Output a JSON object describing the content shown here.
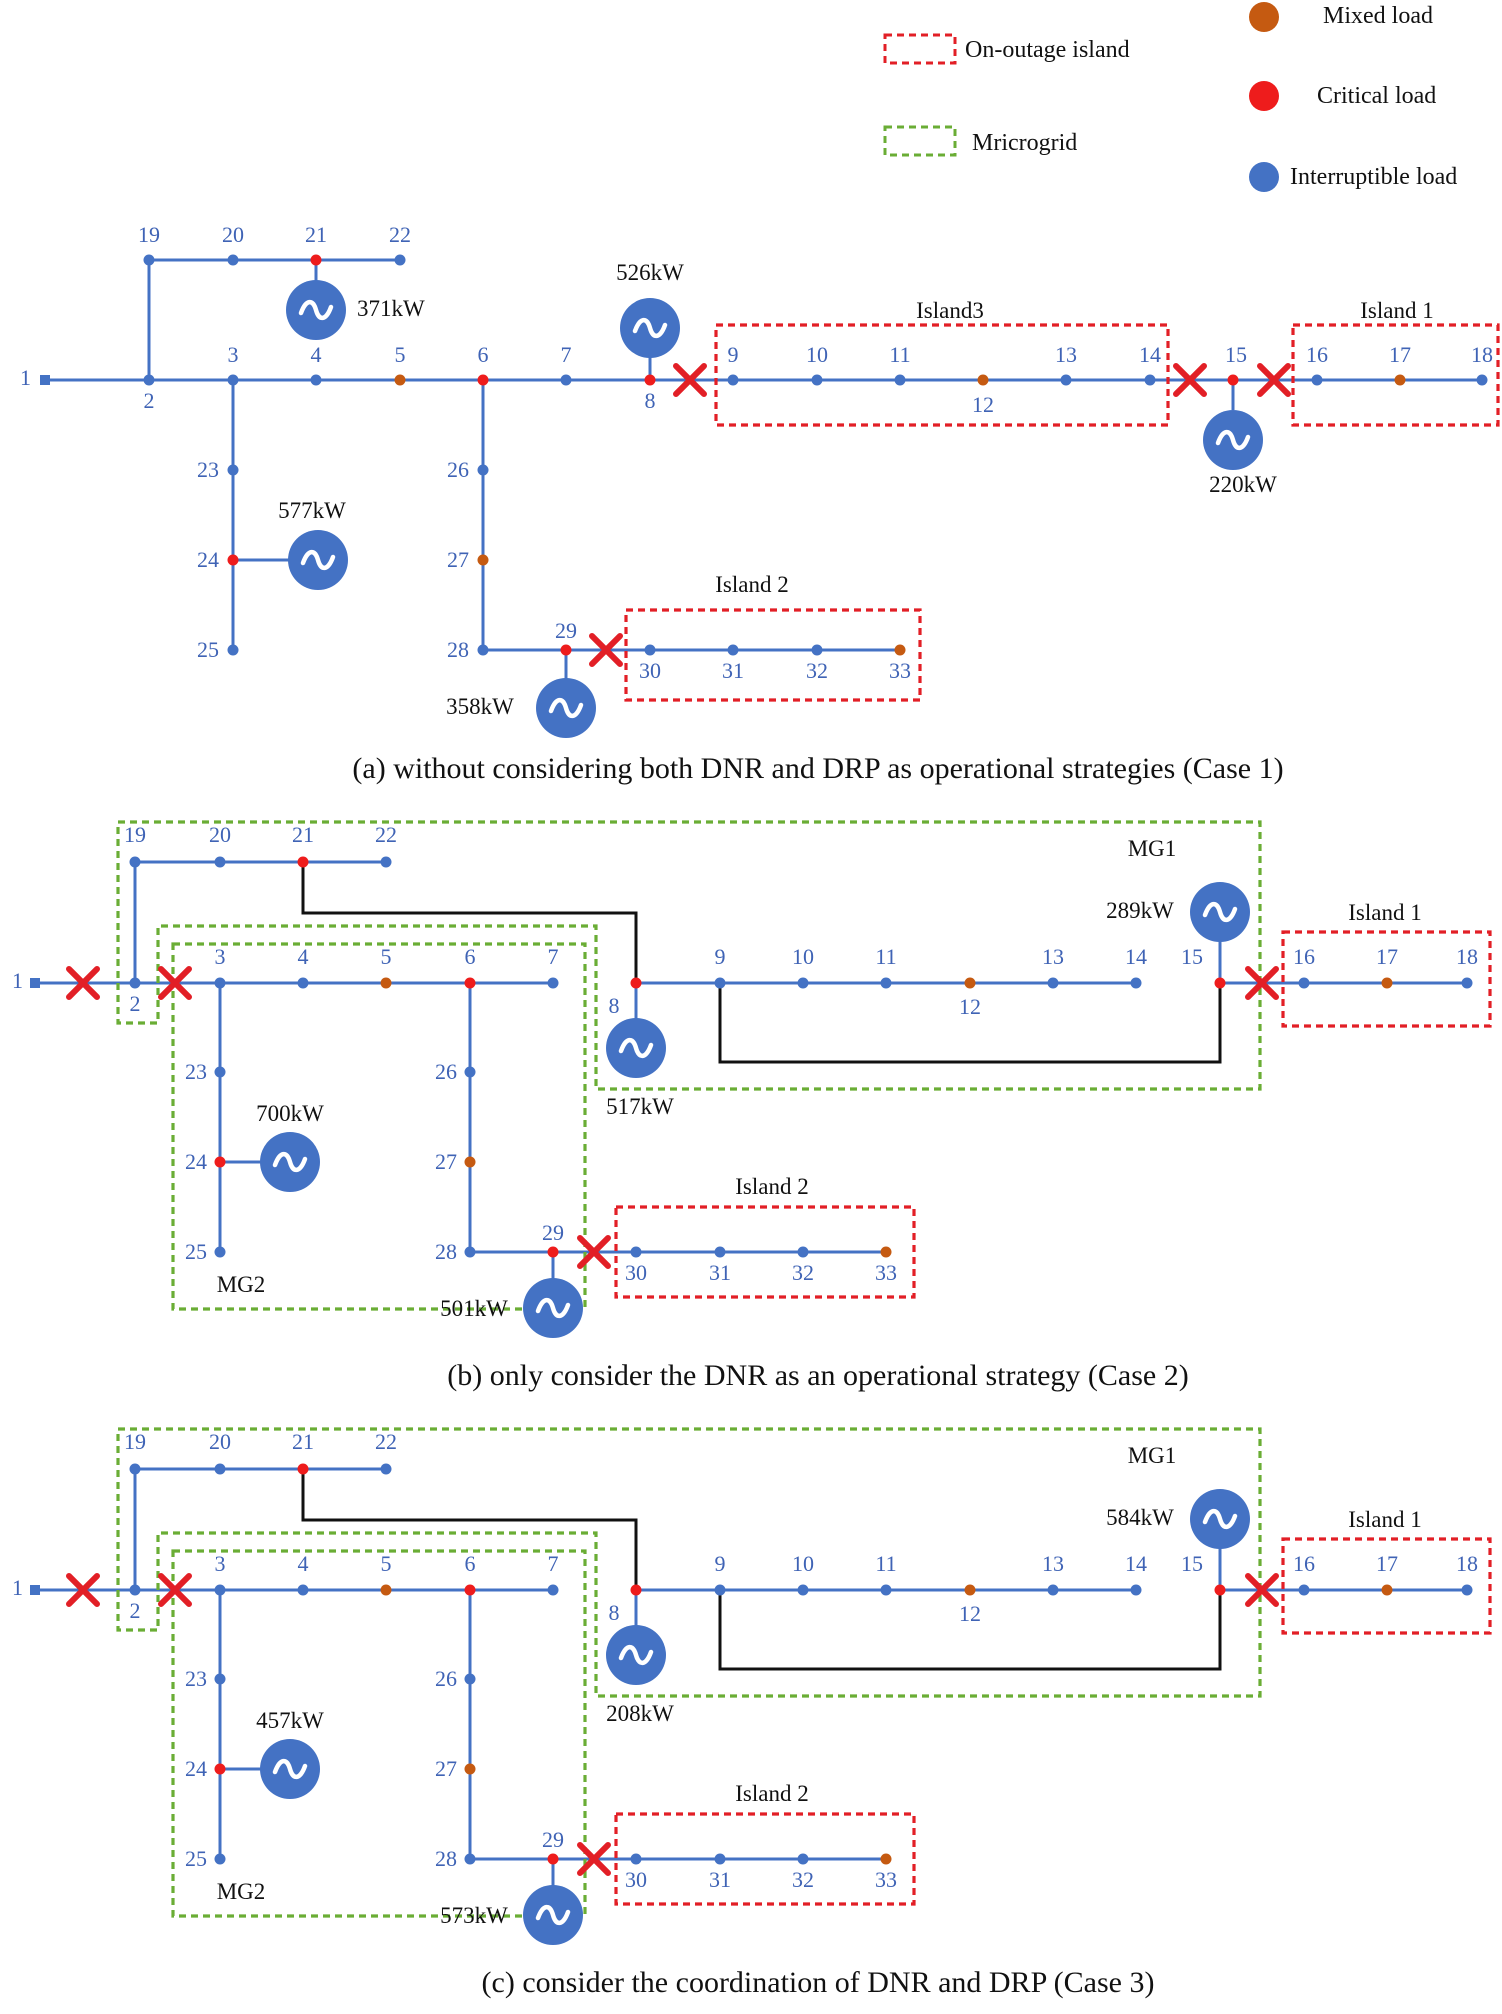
{
  "colors": {
    "line": "#4472c4",
    "tie": "#111111",
    "mixed": "#c55a11",
    "critical": "#ee1c1c",
    "interruptible": "#4472c4",
    "island_border": "#e21f26",
    "microgrid_border": "#6aad35",
    "cross": "#e21f26"
  },
  "legend": {
    "island": "On-outage island",
    "microgrid": "Mricrogrid",
    "mixed": "Mixed load",
    "critical": "Critical load",
    "interruptible": "Interruptible load"
  },
  "panels": [
    {
      "caption": "(a) without considering both DNR and DRP as operational strategies (Case 1)",
      "generators": [
        {
          "bus": "21",
          "label": "371kW"
        },
        {
          "bus": "8",
          "label": "526kW"
        },
        {
          "bus": "15",
          "label": "220kW"
        },
        {
          "bus": "24",
          "label": "577kW"
        },
        {
          "bus": "29",
          "label": "358kW"
        }
      ],
      "groups": [
        {
          "type": "island",
          "label": "Island3"
        },
        {
          "type": "island",
          "label": "Island 1"
        },
        {
          "type": "island",
          "label": "Island 2"
        }
      ]
    },
    {
      "caption": "(b) only consider the DNR as an operational strategy (Case 2)",
      "generators": [
        {
          "bus": "15",
          "label": "289kW"
        },
        {
          "bus": "8",
          "label": "517kW"
        },
        {
          "bus": "24",
          "label": "700kW"
        },
        {
          "bus": "29",
          "label": "501kW"
        }
      ],
      "groups": [
        {
          "type": "microgrid",
          "label": "MG1"
        },
        {
          "type": "microgrid",
          "label": "MG2"
        },
        {
          "type": "island",
          "label": "Island 1"
        },
        {
          "type": "island",
          "label": "Island 2"
        }
      ]
    },
    {
      "caption": "(c) consider the coordination of DNR and DRP (Case 3)",
      "generators": [
        {
          "bus": "15",
          "label": "584kW"
        },
        {
          "bus": "8",
          "label": "208kW"
        },
        {
          "bus": "24",
          "label": "457kW"
        },
        {
          "bus": "29",
          "label": "573kW"
        }
      ],
      "groups": [
        {
          "type": "microgrid",
          "label": "MG1"
        },
        {
          "type": "microgrid",
          "label": "MG2"
        },
        {
          "type": "island",
          "label": "Island 1"
        },
        {
          "type": "island",
          "label": "Island 2"
        }
      ]
    }
  ],
  "buses": [
    {
      "id": "1",
      "load": "source"
    },
    {
      "id": "2",
      "load": "interruptible"
    },
    {
      "id": "3",
      "load": "interruptible"
    },
    {
      "id": "4",
      "load": "interruptible"
    },
    {
      "id": "5",
      "load": "mixed"
    },
    {
      "id": "6",
      "load": "critical"
    },
    {
      "id": "7",
      "load": "interruptible"
    },
    {
      "id": "8",
      "load": "critical"
    },
    {
      "id": "9",
      "load": "interruptible"
    },
    {
      "id": "10",
      "load": "interruptible"
    },
    {
      "id": "11",
      "load": "interruptible"
    },
    {
      "id": "12",
      "load": "mixed"
    },
    {
      "id": "13",
      "load": "interruptible"
    },
    {
      "id": "14",
      "load": "interruptible"
    },
    {
      "id": "15",
      "load": "critical"
    },
    {
      "id": "16",
      "load": "interruptible"
    },
    {
      "id": "17",
      "load": "mixed"
    },
    {
      "id": "18",
      "load": "interruptible"
    },
    {
      "id": "19",
      "load": "interruptible"
    },
    {
      "id": "20",
      "load": "interruptible"
    },
    {
      "id": "21",
      "load": "critical"
    },
    {
      "id": "22",
      "load": "interruptible"
    },
    {
      "id": "23",
      "load": "interruptible"
    },
    {
      "id": "24",
      "load": "critical"
    },
    {
      "id": "25",
      "load": "interruptible"
    },
    {
      "id": "26",
      "load": "interruptible"
    },
    {
      "id": "27",
      "load": "mixed"
    },
    {
      "id": "28",
      "load": "interruptible"
    },
    {
      "id": "29",
      "load": "critical"
    },
    {
      "id": "30",
      "load": "interruptible"
    },
    {
      "id": "31",
      "load": "interruptible"
    },
    {
      "id": "32",
      "load": "interruptible"
    },
    {
      "id": "33",
      "load": "mixed"
    }
  ]
}
